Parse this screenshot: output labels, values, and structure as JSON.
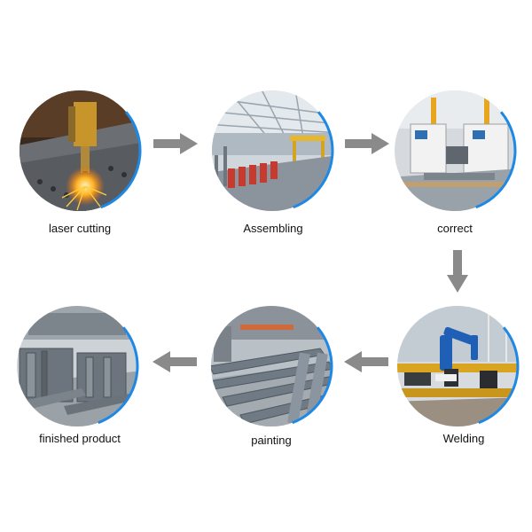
{
  "steps": [
    {
      "label": "laser cutting",
      "icon": "laser-cutting-photo"
    },
    {
      "label": "Assembling",
      "icon": "assembling-photo"
    },
    {
      "label": "correct",
      "icon": "correct-photo"
    },
    {
      "label": "Welding",
      "icon": "welding-photo"
    },
    {
      "label": "painting",
      "icon": "painting-photo"
    },
    {
      "label": "finished product",
      "icon": "finished-product-photo"
    }
  ],
  "colors": {
    "ring": "#1e88e5",
    "arrow": "#8a8a8a",
    "text": "#111111"
  }
}
